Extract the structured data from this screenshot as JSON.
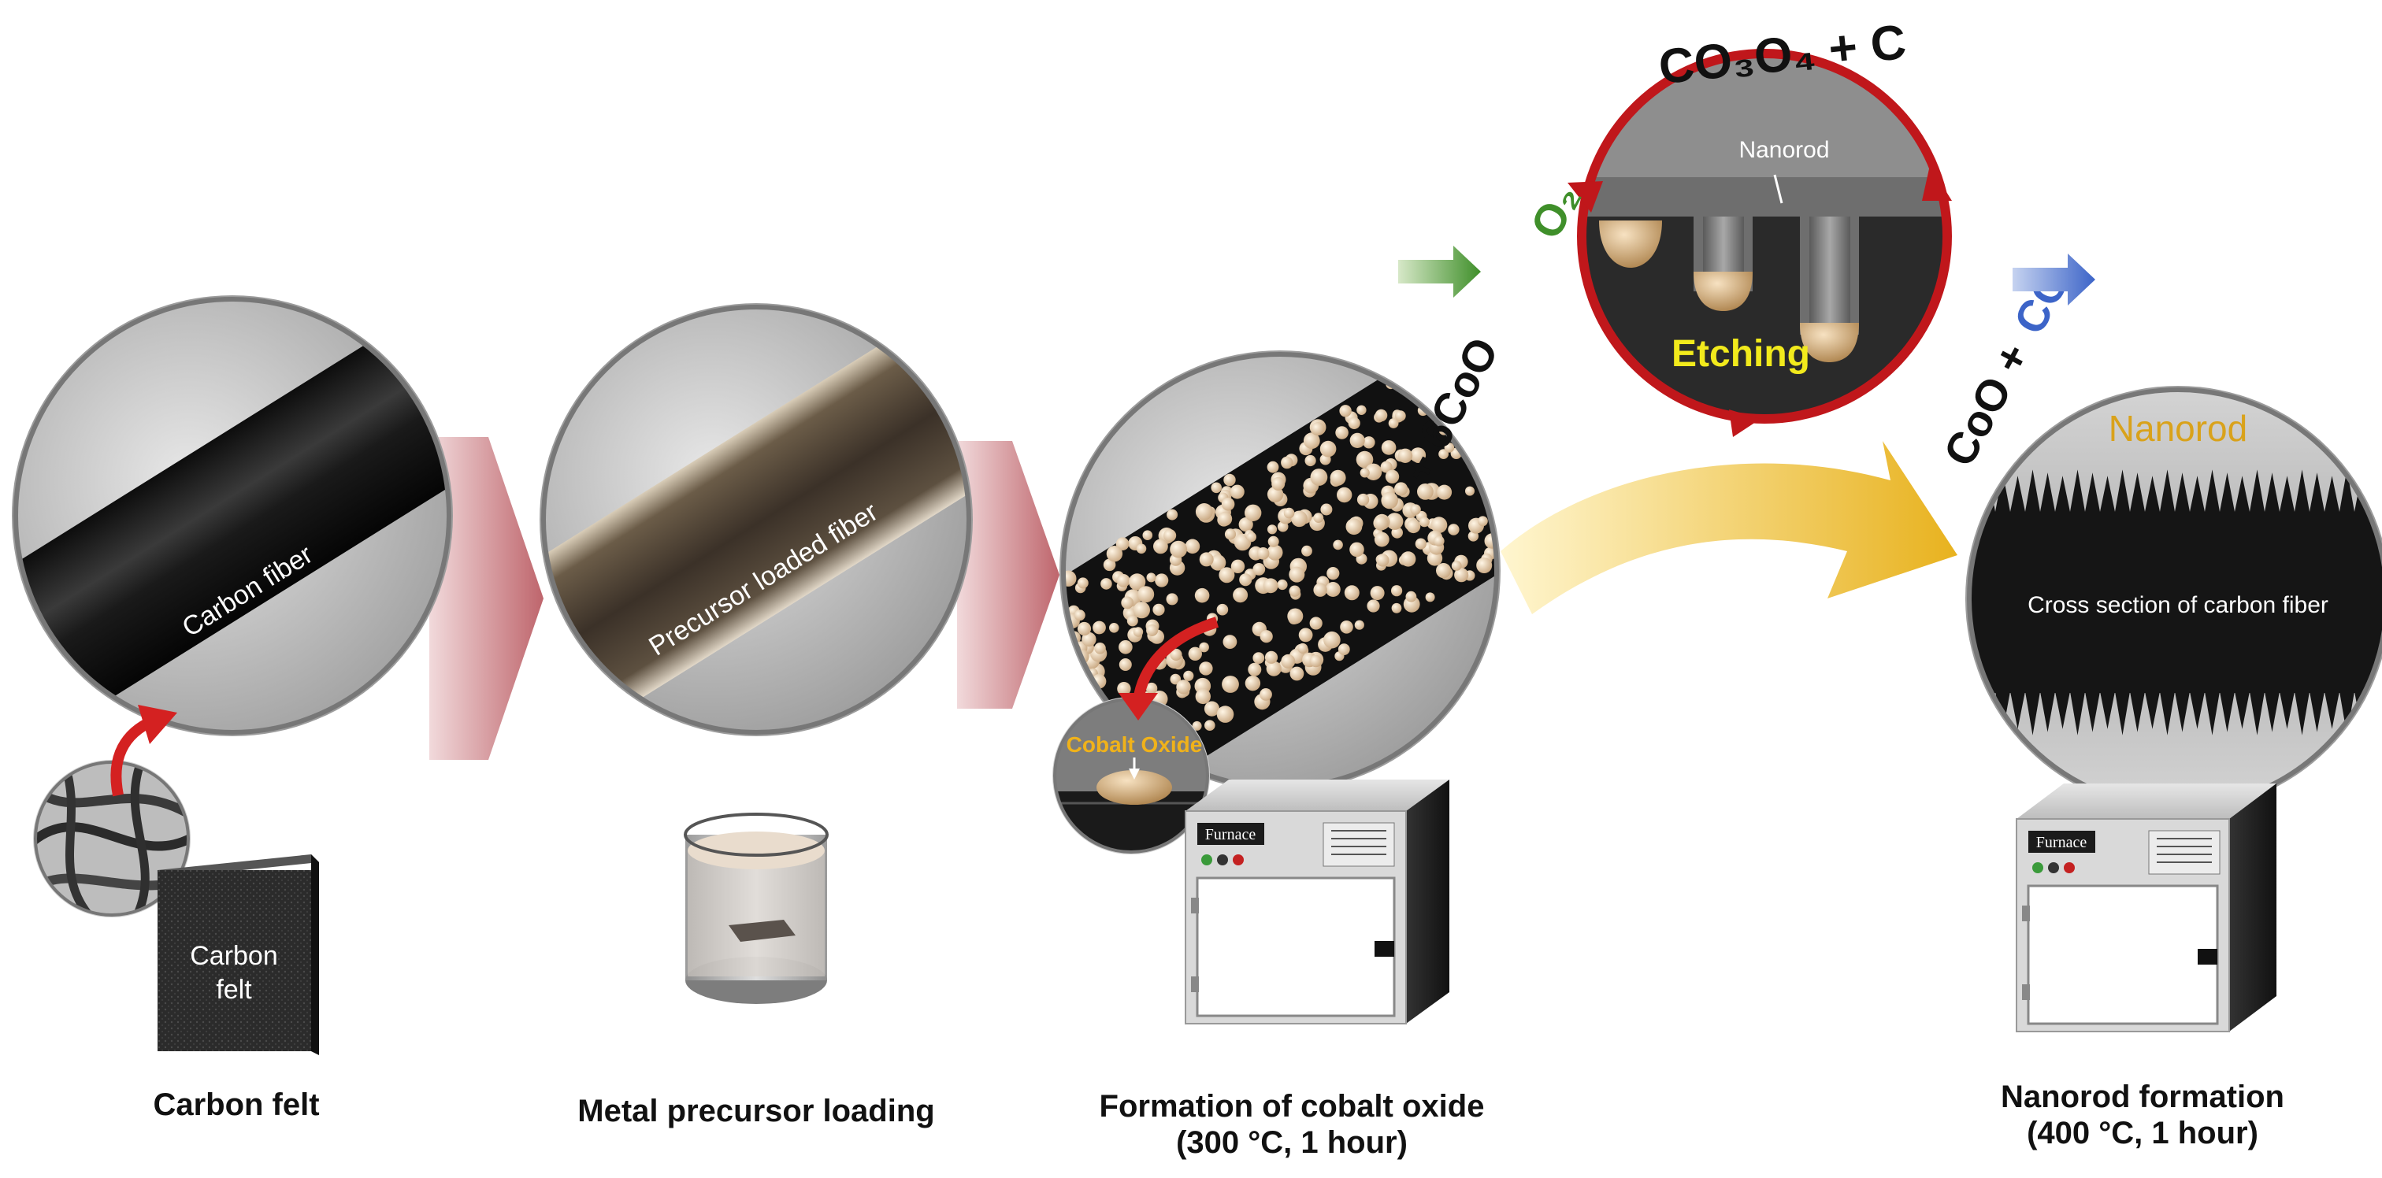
{
  "steps": [
    {
      "caption": "Carbon felt",
      "circle_label": "Carbon fiber",
      "item_label_line1": "Carbon",
      "item_label_line2": "felt"
    },
    {
      "caption": "Metal precursor loading",
      "circle_label": "Precursor loaded fiber"
    },
    {
      "caption_line1": "Formation of cobalt oxide",
      "caption_line2": "(300 °C, 1 hour)",
      "inset_label": "Cobalt Oxide",
      "furnace_label": "Furnace"
    },
    {
      "caption_line1": "Nanorod formation",
      "caption_line2": "(400 °C, 1 hour)",
      "top_label": "Nanorod",
      "circle_label": "Cross section of carbon fiber",
      "furnace_label": "Furnace"
    }
  ],
  "cycle": {
    "top": "CO₃O₄ + C",
    "left_o2": "O₂",
    "left_rest": "+ 6CoO",
    "right_coo": "CoO +",
    "right_co": "CO",
    "nanorod_label": "Nanorod",
    "etching_label": "Etching"
  },
  "colors": {
    "flow_arrow": "#b34a52",
    "gold_arrow": "#e8b21e",
    "cycle_ring": "#c0171b",
    "o2_green": "#3f8f2a",
    "co_blue": "#3c64c8",
    "etching_yellow": "#f2ea1c",
    "nanorod_gold": "#d9a21b",
    "cobalt_label": "#f0b21a"
  }
}
